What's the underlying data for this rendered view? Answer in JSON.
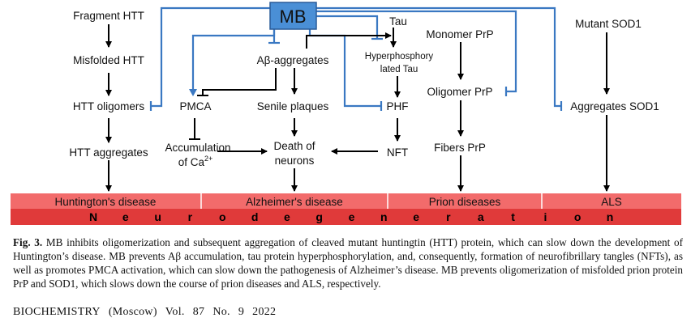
{
  "diagram": {
    "center": "MB",
    "nodes": {
      "fragment_htt": "Fragment HTT",
      "misfolded_htt": "Misfolded HTT",
      "htt_oligomers": "HTT oligomers",
      "htt_aggregates": "HTT aggregates",
      "abeta": "Aβ-aggregates",
      "pmca": "PMCA",
      "senile_plaques": "Senile plaques",
      "accum_line1": "Accumulation",
      "accum_line2": "of Ca",
      "accum_sup": "2+",
      "death_line1": "Death of",
      "death_line2": "neurons",
      "tau": "Tau",
      "hyper_line1": "Hyperphosphory",
      "hyper_line2": "lated Tau",
      "phf": "PHF",
      "nft": "NFT",
      "monomer_prp": "Monomer PrP",
      "oligomer_prp": "Oligomer PrP",
      "fibers_prp": "Fibers PrP",
      "mutant_sod1": "Mutant SOD1",
      "aggregates_sod1": "Aggregates SOD1"
    },
    "diseases": [
      "Huntington's disease",
      "Alzheimer's disease",
      "Prion diseases",
      "ALS"
    ],
    "band_letters": [
      "N",
      "e",
      "u",
      "r",
      "o",
      "d",
      "e",
      "g",
      "e",
      "n",
      "e",
      "r",
      "a",
      "t",
      "i",
      "o",
      "n"
    ],
    "colors": {
      "inhibition_line": "#3a78c2",
      "mb_fill": "#4a8fd6",
      "disease_band": "#f26b6b",
      "neuro_band": "#e03a3a"
    }
  },
  "caption": {
    "label": "Fig. 3.",
    "text": "MB inhibits oligomerization and subsequent aggregation of cleaved mutant huntingtin (HTT) protein, which can slow down the development of Huntington’s disease. MB prevents Aβ accumulation, tau protein hyperphosphorylation, and, consequently, formation of neurofibrillary tangles (NFTs), as well as promotes PMCA activation, which can slow down the pathogenesis of Alzheimer’s disease. MB prevents oligomerization of misfolded prion protein PrP and SOD1, which slows down the course of prion diseases and ALS, respectively."
  },
  "footer": {
    "journal": "BIOCHEMISTRY",
    "city": "(Moscow)",
    "vol_label": "Vol.",
    "vol": "87",
    "no_label": "No.",
    "no": "9",
    "year": "2022"
  }
}
